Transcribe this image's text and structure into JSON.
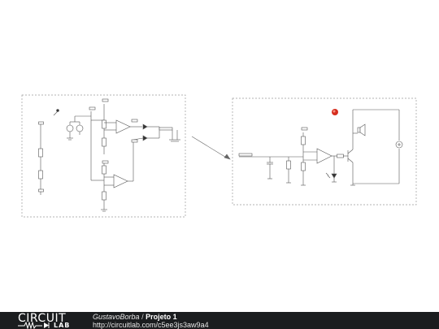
{
  "footer": {
    "logo_top": "CIRCUIT",
    "logo_bottom": "LAB",
    "author": "GustavoBorba",
    "separator": "/",
    "project": "Projeto 1",
    "url": "http://circuitlab.com/c5ee3js3aw9a4"
  },
  "colors": {
    "wire": "#555555",
    "frame": "#9a9a9a",
    "footer_bg": "#1b1d1f",
    "probe": "#d62e1f"
  }
}
